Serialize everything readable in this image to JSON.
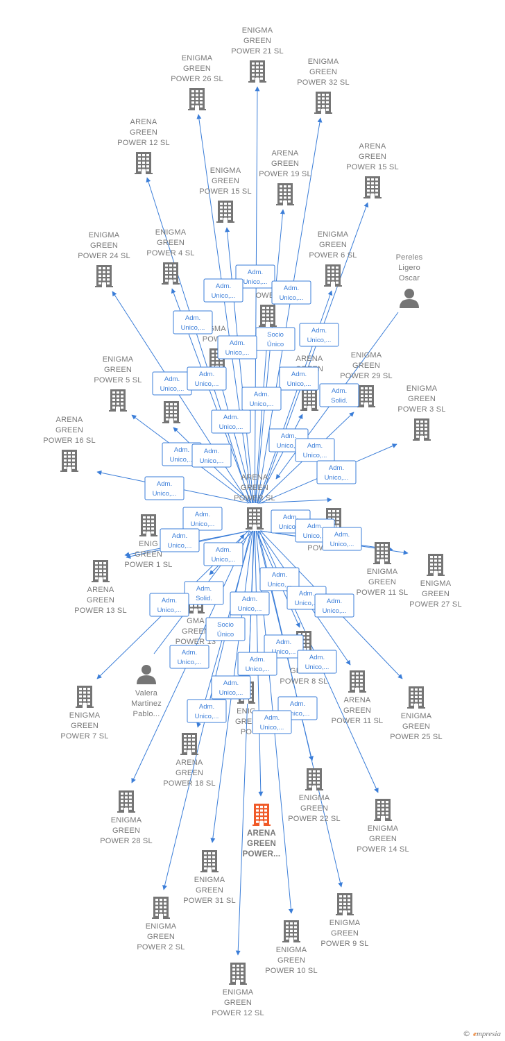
{
  "colors": {
    "edge": "#3a7dd8",
    "company": "#757575",
    "focus": "#f05a28",
    "person": "#757575",
    "label": "#777777"
  },
  "footer": {
    "copyright": "©",
    "brand_initial": "e",
    "brand_rest": "mpresia"
  },
  "nodes": [
    {
      "id": "center",
      "type": "company",
      "lines": [
        "ARENA",
        "GREEN",
        "POWER SL"
      ]
    },
    {
      "id": "focus",
      "type": "focus",
      "lines": [
        "ARENA",
        "GREEN",
        "POWER..."
      ]
    },
    {
      "id": "eg21",
      "type": "company",
      "lines": [
        "ENIGMA",
        "GREEN",
        "POWER 21 SL"
      ]
    },
    {
      "id": "eg26",
      "type": "company",
      "lines": [
        "ENIGMA",
        "GREEN",
        "POWER 26 SL"
      ]
    },
    {
      "id": "eg32",
      "type": "company",
      "lines": [
        "ENIGMA",
        "GREEN",
        "POWER 32 SL"
      ]
    },
    {
      "id": "ag12",
      "type": "company",
      "lines": [
        "ARENA",
        "GREEN",
        "POWER 12 SL"
      ]
    },
    {
      "id": "ag19",
      "type": "company",
      "lines": [
        "ARENA",
        "GREEN",
        "POWER 19 SL"
      ]
    },
    {
      "id": "ag15",
      "type": "company",
      "lines": [
        "ARENA",
        "GREEN",
        "POWER 15 SL"
      ]
    },
    {
      "id": "eg15",
      "type": "company",
      "lines": [
        "ENIGMA",
        "GREEN",
        "POWER 15 SL"
      ]
    },
    {
      "id": "eg24",
      "type": "company",
      "lines": [
        "ENIGMA",
        "GREEN",
        "POWER 24 SL"
      ]
    },
    {
      "id": "eg4",
      "type": "company",
      "lines": [
        "ENIGMA",
        "GREEN",
        "POWER 4 SL"
      ]
    },
    {
      "id": "eg6",
      "type": "company",
      "lines": [
        "ENIGMA",
        "GREEN",
        "POWER 6 SL"
      ]
    },
    {
      "id": "pereles",
      "type": "person",
      "lines": [
        "Pereles",
        "Ligero",
        "Oscar"
      ]
    },
    {
      "id": "hidden1",
      "type": "company",
      "lines": [
        "A",
        "OWER"
      ]
    },
    {
      "id": "hidden2",
      "type": "company",
      "lines": [
        "GMA",
        "POWER"
      ]
    },
    {
      "id": "eg5",
      "type": "company",
      "lines": [
        "ENIGMA",
        "GREEN",
        "POWER 5 SL"
      ]
    },
    {
      "id": "snark",
      "type": "company",
      "lines": [
        "SNARK"
      ]
    },
    {
      "id": "ag14",
      "type": "company",
      "lines": [
        "ARENA",
        "GREEN",
        "14..."
      ]
    },
    {
      "id": "eg29",
      "type": "company",
      "lines": [
        "ENIGMA",
        "GREEN",
        "POWER 29 SL"
      ]
    },
    {
      "id": "eg3",
      "type": "company",
      "lines": [
        "ENIGMA",
        "GREEN",
        "POWER 3 SL"
      ]
    },
    {
      "id": "ag16",
      "type": "company",
      "lines": [
        "ARENA",
        "GREEN",
        "POWER 16 SL"
      ]
    },
    {
      "id": "ag23",
      "type": "company",
      "lines": [
        "GREEN",
        "POWER 23 SL"
      ]
    },
    {
      "id": "eg1",
      "type": "company",
      "lines": [
        "ENIG",
        "GREEN",
        "POWER 1 SL"
      ]
    },
    {
      "id": "eg11",
      "type": "company",
      "lines": [
        "ENIGMA",
        "GREEN",
        "POWER 11 SL"
      ]
    },
    {
      "id": "eg27",
      "type": "company",
      "lines": [
        "ENIGMA",
        "GREEN",
        "POWER 27 SL"
      ]
    },
    {
      "id": "ag13",
      "type": "company",
      "lines": [
        "ARENA",
        "GREEN",
        "POWER 13 SL"
      ]
    },
    {
      "id": "eg13",
      "type": "company",
      "lines": [
        "GMA",
        "GREEN",
        "POWER 13"
      ]
    },
    {
      "id": "eg8",
      "type": "company",
      "lines": [
        "EN",
        "GREEN",
        "POWER 8 SL"
      ]
    },
    {
      "id": "valera",
      "type": "person",
      "lines": [
        "Valera",
        "Martinez",
        "Pablo..."
      ]
    },
    {
      "id": "ag11",
      "type": "company",
      "lines": [
        "ARENA",
        "GREEN",
        "POWER 11 SL"
      ]
    },
    {
      "id": "eg25",
      "type": "company",
      "lines": [
        "ENIGMA",
        "GREEN",
        "POWER 25 SL"
      ]
    },
    {
      "id": "eg7",
      "type": "company",
      "lines": [
        "ENIGMA",
        "GREEN",
        "POWER 7 SL"
      ]
    },
    {
      "id": "hidden3",
      "type": "company",
      "lines": [
        "ENIG",
        "GREE",
        "PO"
      ]
    },
    {
      "id": "ag18",
      "type": "company",
      "lines": [
        "ARENA",
        "GREEN",
        "POWER 18 SL"
      ]
    },
    {
      "id": "eg22",
      "type": "company",
      "lines": [
        "ENIGMA",
        "GREEN",
        "POWER 22 SL"
      ]
    },
    {
      "id": "eg14",
      "type": "company",
      "lines": [
        "ENIGMA",
        "GREEN",
        "POWER 14 SL"
      ]
    },
    {
      "id": "eg28",
      "type": "company",
      "lines": [
        "ENIGMA",
        "GREEN",
        "POWER 28 SL"
      ]
    },
    {
      "id": "eg31",
      "type": "company",
      "lines": [
        "ENIGMA",
        "GREEN",
        "POWER 31 SL"
      ]
    },
    {
      "id": "eg9",
      "type": "company",
      "lines": [
        "ENIGMA",
        "GREEN",
        "POWER 9 SL"
      ]
    },
    {
      "id": "eg2",
      "type": "company",
      "lines": [
        "ENIGMA",
        "GREEN",
        "POWER 2 SL"
      ]
    },
    {
      "id": "eg10",
      "type": "company",
      "lines": [
        "ENIGMA",
        "GREEN",
        "POWER 10 SL"
      ]
    },
    {
      "id": "eg12",
      "type": "company",
      "lines": [
        "ENIGMA",
        "GREEN",
        "POWER 12 SL"
      ]
    }
  ],
  "relations": [
    {
      "lines": [
        "Adm.",
        "Unico,..."
      ]
    },
    {
      "lines": [
        "Adm.",
        "Unico,..."
      ]
    },
    {
      "lines": [
        "Adm.",
        "Unico,..."
      ]
    },
    {
      "lines": [
        "Adm.",
        "Unico,..."
      ]
    },
    {
      "lines": [
        "Socio",
        "Único"
      ]
    },
    {
      "lines": [
        "Adm.",
        "Unico,..."
      ]
    },
    {
      "lines": [
        "Adm.",
        "Unico,..."
      ]
    },
    {
      "lines": [
        "Adm.",
        "Unico,..."
      ]
    },
    {
      "lines": [
        "Adm.",
        "Unico,..."
      ]
    },
    {
      "lines": [
        "Adm.",
        "Unico,..."
      ]
    },
    {
      "lines": [
        "Adm.",
        "Solid."
      ]
    },
    {
      "lines": [
        "Adm.",
        "Unico,..."
      ]
    },
    {
      "lines": [
        "Adm.",
        "Unico,..."
      ]
    },
    {
      "lines": [
        "Adm.",
        "Unico,..."
      ]
    },
    {
      "lines": [
        "Adm.",
        "Unico,..."
      ]
    },
    {
      "lines": [
        "Adm.",
        "Unico,..."
      ]
    },
    {
      "lines": [
        "Adm.",
        "Unico,..."
      ]
    },
    {
      "lines": [
        "Adm.",
        "Unico,..."
      ]
    },
    {
      "lines": [
        "Adm.",
        "Unico,..."
      ]
    },
    {
      "lines": [
        "Adm.",
        "Unico,..."
      ]
    },
    {
      "lines": [
        "Adm.",
        "Unico,..."
      ]
    },
    {
      "lines": [
        "Adm.",
        "Unico,..."
      ]
    },
    {
      "lines": [
        "Adm.",
        "Unico,..."
      ]
    },
    {
      "lines": [
        "Adm.",
        "Unico,..."
      ]
    },
    {
      "lines": [
        "Adm.",
        "Solid."
      ]
    },
    {
      "lines": [
        "Adm.",
        "Unico,..."
      ]
    },
    {
      "lines": [
        "Adm.",
        "Unico,..."
      ]
    },
    {
      "lines": [
        "Adm.",
        "Unico,..."
      ]
    },
    {
      "lines": [
        "Adm.",
        "Unico,..."
      ]
    },
    {
      "lines": [
        "Socio",
        "Único"
      ]
    },
    {
      "lines": [
        "Adm.",
        "Unico,..."
      ]
    },
    {
      "lines": [
        "Adm.",
        "Unico,..."
      ]
    },
    {
      "lines": [
        "Adm.",
        "Unico,..."
      ]
    },
    {
      "lines": [
        "Adm.",
        "Unico,..."
      ]
    },
    {
      "lines": [
        "Adm.",
        "Unico,..."
      ]
    },
    {
      "lines": [
        "Adm.",
        "Unico,..."
      ]
    },
    {
      "lines": [
        "Adm.",
        "Unico,..."
      ]
    },
    {
      "lines": [
        "Adm.",
        "Unico,..."
      ]
    },
    {
      "lines": [
        "Adm.",
        "Unico,..."
      ]
    },
    {
      "lines": [
        "Adm.",
        "Unico,..."
      ]
    }
  ]
}
